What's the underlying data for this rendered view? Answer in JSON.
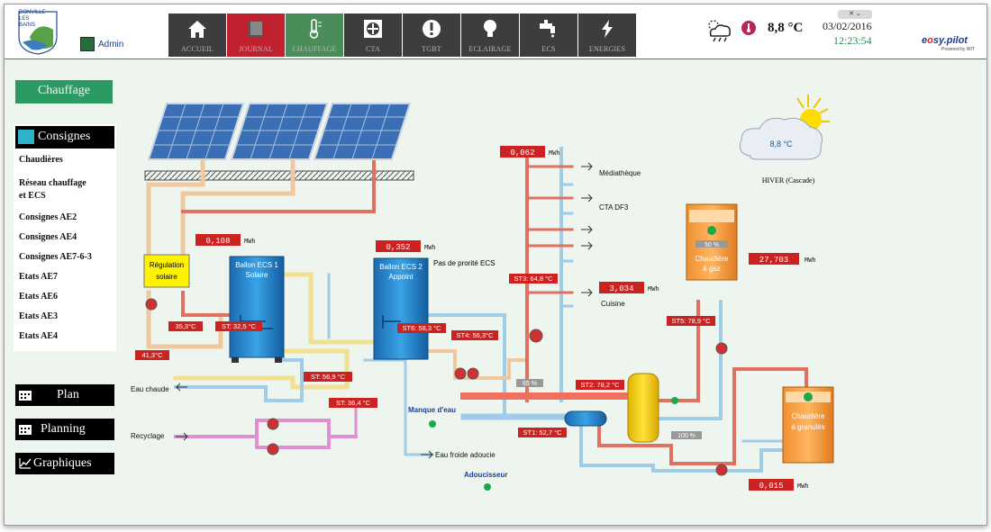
{
  "header": {
    "logo_lines": [
      "DONVILLE",
      "LES",
      "BAINS"
    ],
    "user_label": "Admin",
    "nav": [
      {
        "label": "ACCUEIL",
        "icon": "home-icon"
      },
      {
        "label": "JOURNAL",
        "icon": "book-icon"
      },
      {
        "label": "CHAUFFAGE",
        "icon": "thermometer-icon"
      },
      {
        "label": "CTA",
        "icon": "fan-icon"
      },
      {
        "label": "TGBT",
        "icon": "alert-icon"
      },
      {
        "label": "ECLAIRAGE",
        "icon": "bulb-icon"
      },
      {
        "label": "ECS",
        "icon": "faucet-icon"
      },
      {
        "label": "ENERGIES",
        "icon": "lightning-icon"
      }
    ],
    "outdoor_temp": "8,8 °C",
    "date": "03/02/2016",
    "time": "12:23:54",
    "window_controls": "✕ ⌄",
    "brand_a": "e",
    "brand_b": "sy.pilot",
    "brand_c": "o",
    "brand_sub": "Powered by WIT",
    "colors": {
      "active_nav": "#c0212f",
      "selected_nav": "#4a8c5a",
      "nav_bg": "#3d3d3d",
      "accent_green": "#2d9a63"
    }
  },
  "sidebar": {
    "section_title": "Chauffage",
    "consignes_title": "Consignes",
    "items": [
      "Chaudières",
      "Réseau chauffage",
      "et ECS",
      "Consignes AE2",
      "Consignes AE4",
      "Consignes AE7-6-3",
      "Etats AE7",
      "Etats AE6",
      "Etats AE3",
      "Etats AE4"
    ],
    "buttons": [
      "Plan",
      "Planning",
      "Graphiques"
    ]
  },
  "diagram": {
    "weather": {
      "temp": "8,8 °C",
      "mode": "HIVER (Cascade)"
    },
    "unit": "MWh",
    "counters": {
      "solar": "0,108",
      "ecs": "0,352",
      "mediatheque_total": "0,062",
      "cuisine": "3,034",
      "chaudiere_gaz": "27,703",
      "granules": "0,015"
    },
    "labels": {
      "regulation": [
        "Régulation",
        "solaire"
      ],
      "ballon1": [
        "Ballon ECS 1",
        "Solaire"
      ],
      "ballon2": [
        "Ballon ECS 2",
        "Appoint"
      ],
      "priorite": "Pas de prorité ECS",
      "mediatheque": "Médiathèque",
      "cta": "CTA DF3",
      "cuisine": "Cuisine",
      "gaz": [
        "Chaudière",
        "à gaz"
      ],
      "granules": [
        "Chaudière",
        "à granulés"
      ],
      "eau_chaude": "Eau chaude",
      "recyclage": "Recyclage",
      "manque_eau": "Manque d'eau",
      "eau_froide": "Eau froide adoucie",
      "adoucisseur": "Adoucisseur"
    },
    "sensors": {
      "t_35": "35,3°C",
      "st_32": "ST: 32,5 °C",
      "t_41": "41,3°C",
      "st6": "ST6: 58,3 °C",
      "st4": "ST4: 56,3°C",
      "st_56": "ST: 56,9 °C",
      "st_36": "ST: 36,4 °C",
      "st3": "ST3: 64,8 °C",
      "st2": "ST2: 78,2 °C",
      "st1": "ST1: 52,7 °C",
      "st5": "ST5: 78,9 °C"
    },
    "percents": {
      "valve_mid": "65 %",
      "gaz": "50 %",
      "granules_valve": "100 %"
    }
  }
}
